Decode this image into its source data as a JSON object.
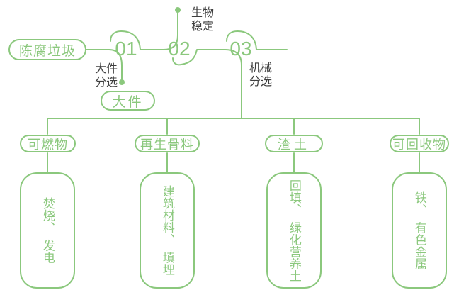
{
  "colors": {
    "accent_green": "#8bc87d",
    "label_gray": "#3e3e3e",
    "background": "#ffffff"
  },
  "source": {
    "label": "陈腐垃圾"
  },
  "steps": [
    {
      "number": "01",
      "process_line1": "大件",
      "process_line2": "分选",
      "output": "大件"
    },
    {
      "number": "02",
      "process_line1": "生物",
      "process_line2": "稳定"
    },
    {
      "number": "03",
      "process_line1": "机械",
      "process_line2": "分选"
    }
  ],
  "branches": [
    {
      "category": "可燃物",
      "result": "焚烧、　发电"
    },
    {
      "category": "再生骨料",
      "result": "建筑材料、　填埋"
    },
    {
      "category": "渣土",
      "result": "回填、　绿化营养土"
    },
    {
      "category": "可回收物",
      "result": "铁、　有色金属"
    }
  ]
}
